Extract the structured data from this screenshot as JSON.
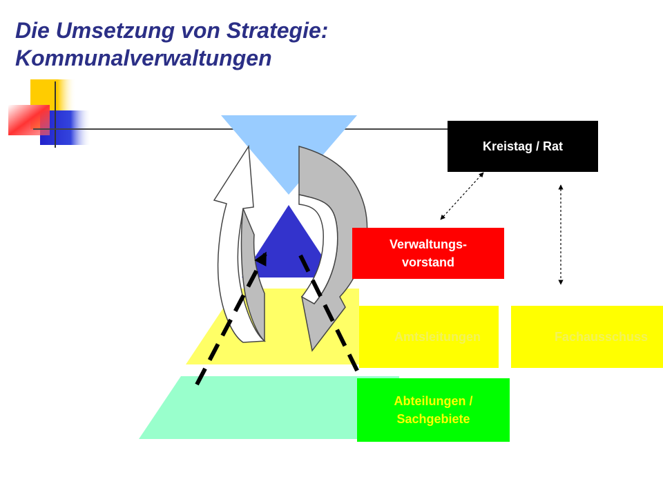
{
  "slide": {
    "title_line1": "Die Umsetzung von Strategie:",
    "title_line2": "Kommunalverwaltungen"
  },
  "boxes": {
    "kreistag": "Kreistag / Rat",
    "vorstand": "Verwaltungs-\nvorstand",
    "amtsleitungen": "Amtsleitungen",
    "fachausschuss": "Fachausschuss",
    "abteilungen": "Abteilungen /\nSachgebiete"
  },
  "colors": {
    "title": "#2b2f86",
    "kreistag_bg": "#000000",
    "kreistag_text": "#ffffff",
    "vorstand_bg": "#ff0000",
    "vorstand_text": "#ffffff",
    "amts_bg": "#ffff00",
    "amts_text": "#f2f25a",
    "fach_bg": "#ffff00",
    "fach_text": "#f2f25a",
    "abteil_bg": "#00ff00",
    "abteil_text": "#ffff00",
    "inverted_triangle": "#99ccff",
    "pyramid_top": "#3333cc",
    "pyramid_middle": "#ffff66",
    "pyramid_bottom": "#99ffcc",
    "circular_arrows": "#bdbdbd"
  },
  "icons": {
    "logo": "colored-squares-logo",
    "cycle": "circular-arrows-icon"
  }
}
